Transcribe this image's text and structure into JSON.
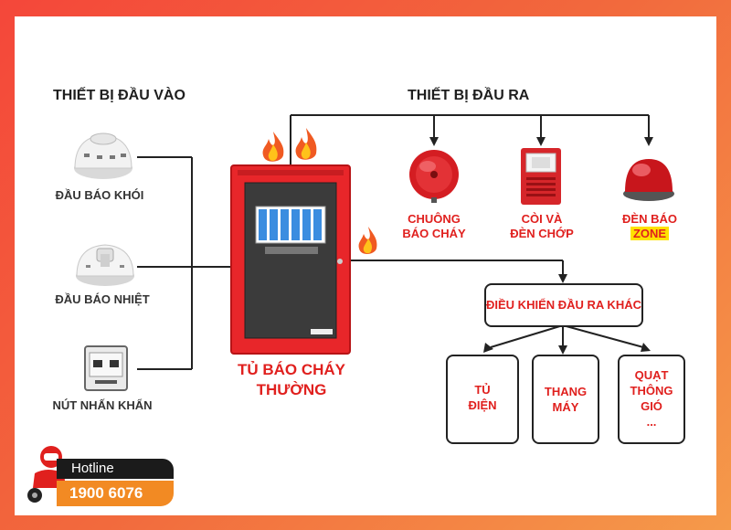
{
  "input_heading": "THIẾT BỊ ĐẦU VÀO",
  "output_heading": "THIẾT BỊ ĐẦU RA",
  "inputs": [
    {
      "label": "ĐẦU BÁO KHÓI"
    },
    {
      "label": "ĐẦU BÁO NHIỆT"
    },
    {
      "label": "NÚT NHẤN KHẨN"
    }
  ],
  "panel": {
    "line1": "TỦ BÁO CHÁY",
    "line2": "THƯỜNG"
  },
  "outputs": [
    {
      "line1": "CHUÔNG",
      "line2": "BÁO CHÁY"
    },
    {
      "line1": "CÒI VÀ",
      "line2": "ĐÈN CHỚP"
    },
    {
      "line1": "ĐÈN BÁO",
      "line2": "ZONE"
    }
  ],
  "other_control": "ĐIỀU KHIỂN ĐẦU RA KHÁC",
  "sub_outputs": [
    {
      "lines": [
        "TỦ",
        "ĐIỆN"
      ]
    },
    {
      "lines": [
        "THANG",
        "MÁY"
      ]
    },
    {
      "lines": [
        "QUẠT",
        "THÔNG",
        "GIÓ",
        "..."
      ]
    }
  ],
  "hotline": {
    "label": "Hotline",
    "number": "1900 6076"
  },
  "colors": {
    "accent": "#e0201e",
    "panel": "#e8262a",
    "zone_highlight": "#ffe100",
    "hotline_orange": "#f28a23"
  }
}
